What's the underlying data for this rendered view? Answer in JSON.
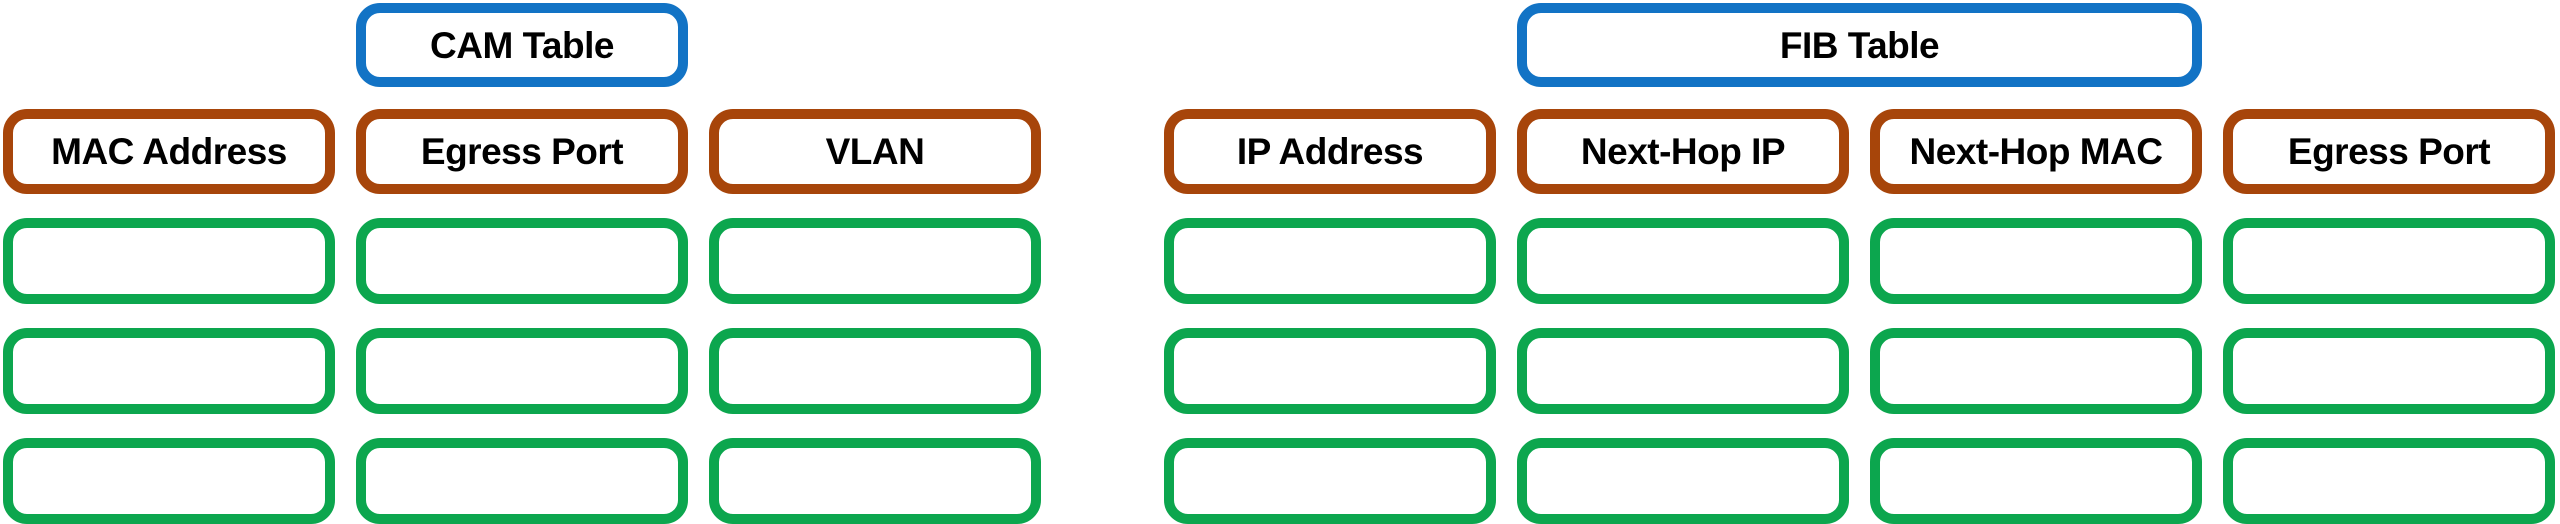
{
  "cam_table": {
    "title": "CAM Table",
    "columns": [
      "MAC Address",
      "Egress Port",
      "VLAN"
    ],
    "empty_rows": 3
  },
  "fib_table": {
    "title": "FIB Table",
    "columns": [
      "IP Address",
      "Next-Hop IP",
      "Next-Hop MAC",
      "Egress Port"
    ],
    "empty_rows": 3
  },
  "colors": {
    "table_title_border": "#1273C5",
    "column_header_border": "#A7450A",
    "empty_cell_border": "#0CA64E",
    "text": "#000000",
    "background": "#FFFFFF"
  }
}
